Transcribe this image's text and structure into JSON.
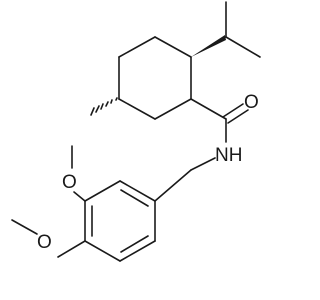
{
  "atoms": {
    "carbonyl_oxygen": "O",
    "amide_nitrogen": "NH",
    "methoxy_oxygen_upper": "O",
    "methoxy_oxygen_lower": "O"
  }
}
